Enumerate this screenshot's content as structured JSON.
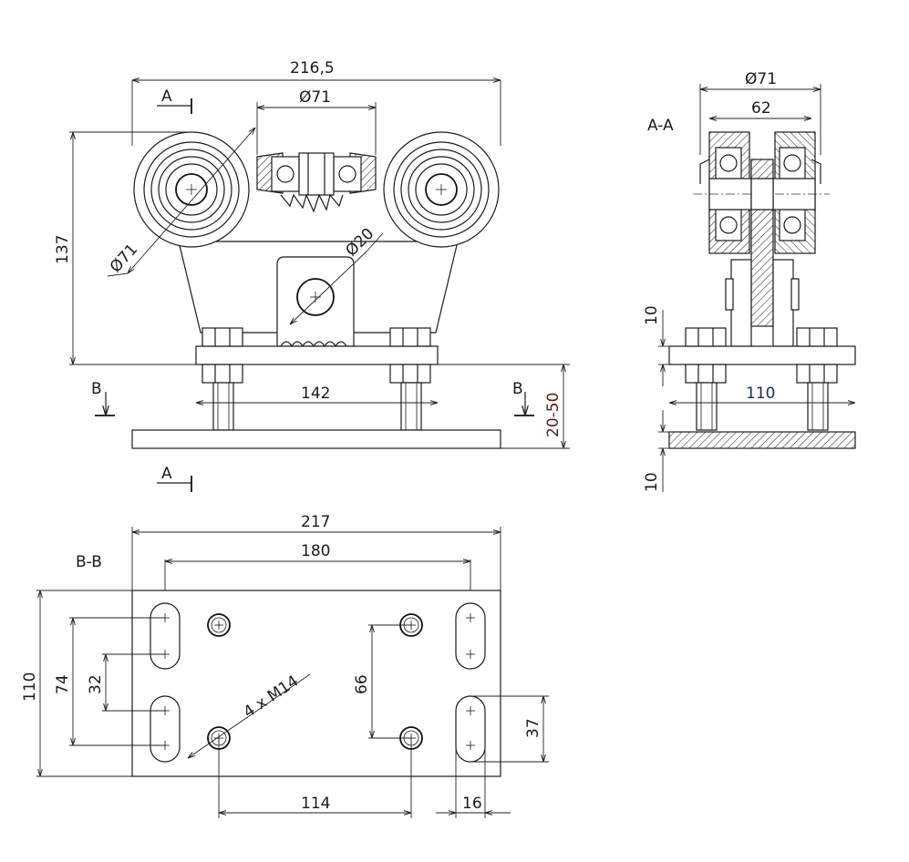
{
  "front_view": {
    "dims": {
      "overall_width": "216,5",
      "center_wheel_dia": "Ø71",
      "left_wheel_dia": "Ø71",
      "pin_dia": "Ø20",
      "height": "137",
      "bolt_spacing": "142",
      "adjust_range": "20-50"
    },
    "section_markers": {
      "a_top": "A",
      "a_bottom": "A",
      "b_left": "B",
      "b_right": "B"
    }
  },
  "section_aa": {
    "title": "A-A",
    "dims": {
      "outer_dia": "Ø71",
      "inner_width": "62",
      "bolt_spacing": "110",
      "top_plate": "10",
      "bottom_plate": "10"
    }
  },
  "section_bb": {
    "title": "B-B",
    "dims": {
      "plate_width": "217",
      "slot_spacing": "180",
      "plate_height": "110",
      "slot_outer": "74",
      "slot_inner": "32",
      "thread_callout": "4 x M14",
      "hole_vertical": "66",
      "hole_horizontal": "114",
      "slot_width": "16",
      "slot_length": "37"
    }
  },
  "colors": {
    "line": "#1a1a1a",
    "adjust_dim_text": "#5a1a1a",
    "aa_110_text": "#1a2a5a"
  }
}
